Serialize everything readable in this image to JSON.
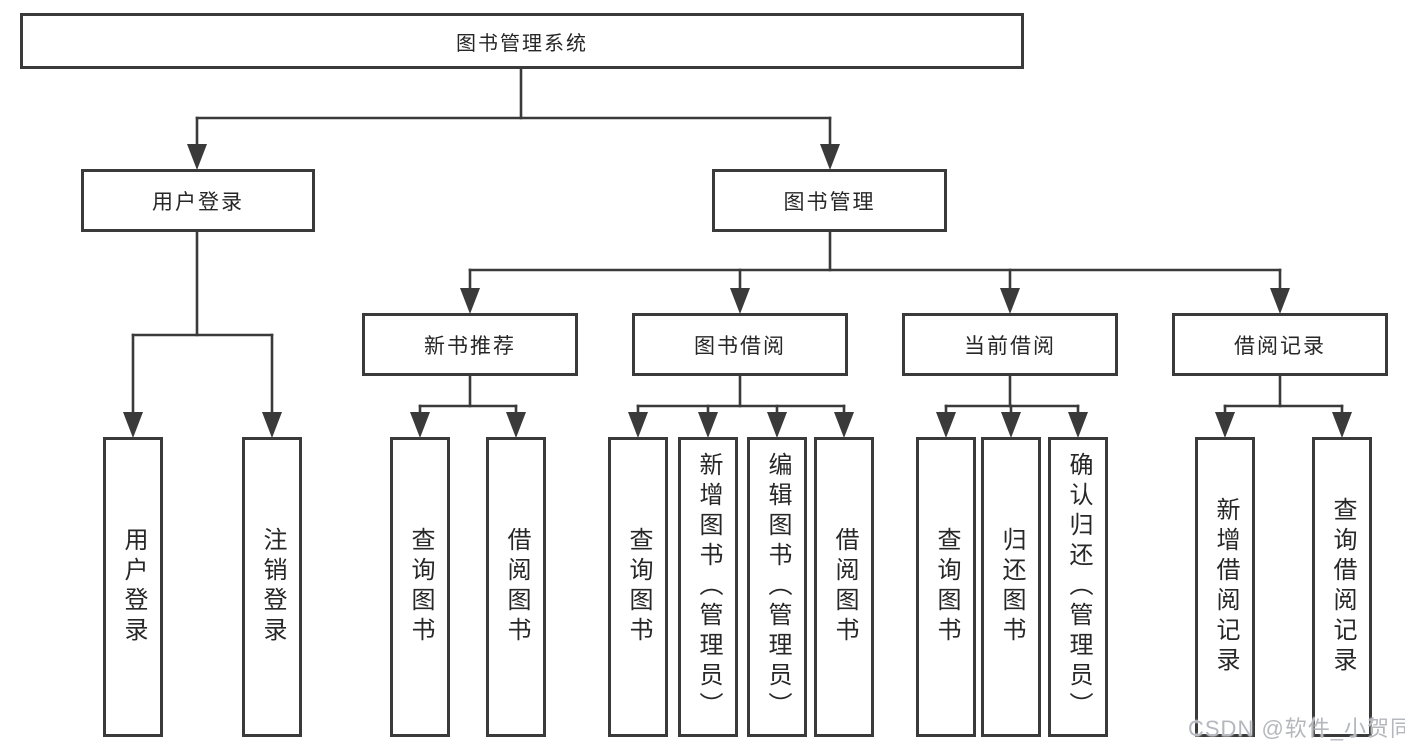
{
  "tree": {
    "label": "图书管理系统",
    "children": [
      {
        "label": "用户登录",
        "children": [
          {
            "label": "用户登录"
          },
          {
            "label": "注销登录"
          }
        ]
      },
      {
        "label": "图书管理",
        "children": [
          {
            "label": "新书推荐",
            "children": [
              {
                "label": "查询图书"
              },
              {
                "label": "借阅图书"
              }
            ]
          },
          {
            "label": "图书借阅",
            "children": [
              {
                "label": "查询图书"
              },
              {
                "label": "新增图书（管理员）"
              },
              {
                "label": "编辑图书（管理员）"
              },
              {
                "label": "借阅图书"
              }
            ]
          },
          {
            "label": "当前借阅",
            "children": [
              {
                "label": "查询图书"
              },
              {
                "label": "归还图书"
              },
              {
                "label": "确认归还（管理员）"
              }
            ]
          },
          {
            "label": "借阅记录",
            "children": [
              {
                "label": "新增借阅记录"
              },
              {
                "label": "查询借阅记录"
              }
            ]
          }
        ]
      }
    ]
  },
  "watermark": "CSDN @软件_小贺同学",
  "colors": {
    "line": "#3a3a3a",
    "text": "#272727",
    "box_background": "#ffffff",
    "watermark": "#b4b8be"
  }
}
